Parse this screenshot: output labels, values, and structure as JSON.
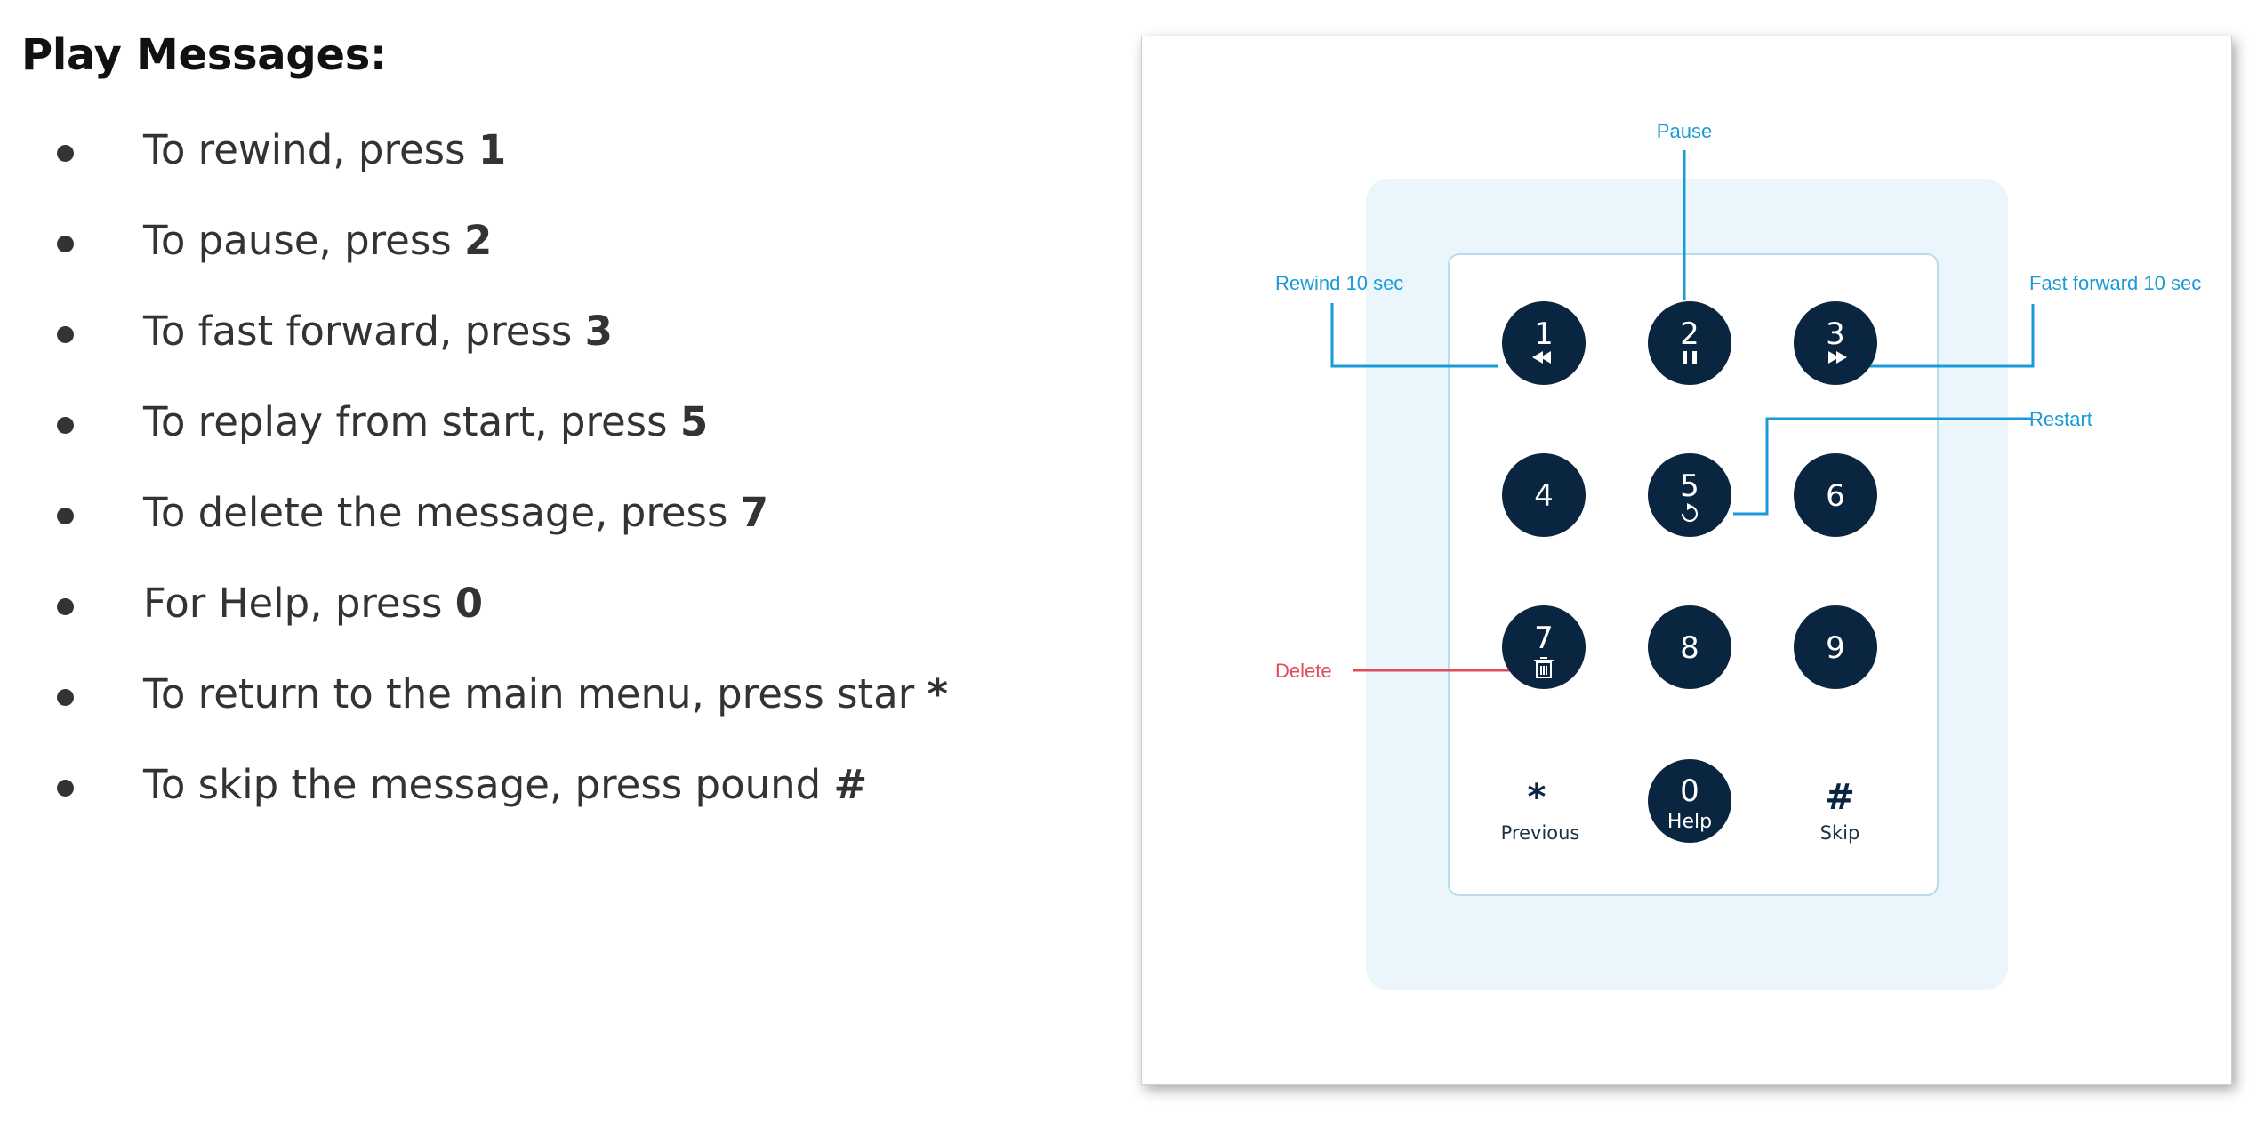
{
  "heading": "Play Messages:",
  "instructions": [
    {
      "text": "To rewind, press ",
      "key": "1"
    },
    {
      "text": "To pause, press ",
      "key": "2"
    },
    {
      "text": "To fast forward, press ",
      "key": "3"
    },
    {
      "text": "To replay from start, press ",
      "key": "5"
    },
    {
      "text": "To delete the message, press ",
      "key": "7"
    },
    {
      "text": "For Help, press ",
      "key": "0"
    },
    {
      "text": "To return to the main menu, press star ",
      "key": "*"
    },
    {
      "text": "To skip the message, press pound ",
      "key": "#"
    }
  ],
  "keypad": {
    "callouts": {
      "pause": "Pause",
      "rewind": "Rewind 10 sec",
      "fast_forward": "Fast forward 10 sec",
      "restart": "Restart",
      "delete": "Delete"
    },
    "keys": {
      "k1": "1",
      "k2": "2",
      "k3": "3",
      "k4": "4",
      "k5": "5",
      "k6": "6",
      "k7": "7",
      "k8": "8",
      "k9": "9",
      "k0": "0",
      "star": "*",
      "pound": "#"
    },
    "sublabels": {
      "help": "Help",
      "previous": "Previous",
      "skip": "Skip"
    },
    "icons": {
      "k1": "rewind-icon",
      "k2": "pause-icon",
      "k3": "fast-forward-icon",
      "k5": "restart-icon",
      "k7": "trash-icon"
    },
    "colors": {
      "key": "#0a2540",
      "callout": "#1a9ad6",
      "delete": "#e24c5a",
      "panel": "#eaf5fc"
    }
  }
}
